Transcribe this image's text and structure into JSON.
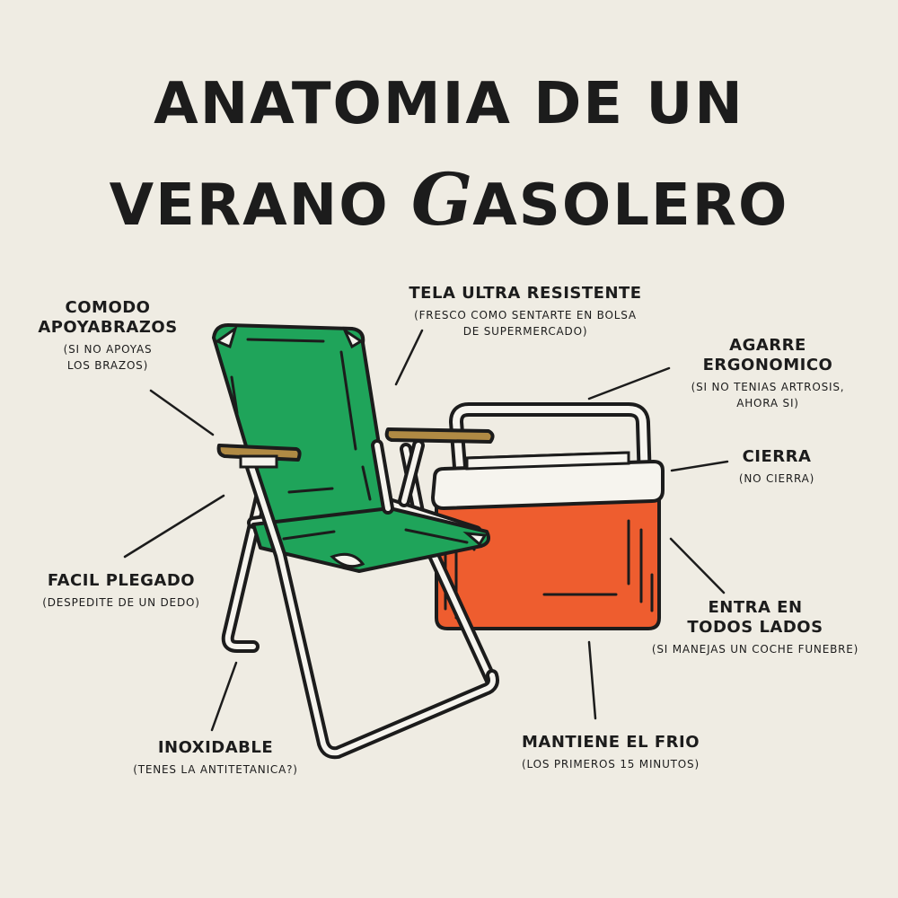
{
  "title": {
    "line1": "ANATOMIA DE UN",
    "line2_prefix": "VERANO ",
    "line2_script": "G",
    "line2_suffix": "ASOLERO"
  },
  "annotations": {
    "armrest": {
      "heading": "COMODO\nAPOYABRAZOS",
      "sub": "(SI NO APOYAS\nLOS BRAZOS)"
    },
    "fabric": {
      "heading": "TELA ULTRA RESISTENTE",
      "sub": "(FRESCO COMO SENTARTE EN BOLSA\nDE SUPERMERCADO)"
    },
    "handle": {
      "heading": "AGARRE\nERGONOMICO",
      "sub": "(SI NO TENIAS ARTROSIS,\nAHORA SI)"
    },
    "lid": {
      "heading": "CIERRA",
      "sub": "(NO CIERRA)"
    },
    "fold": {
      "heading": "FACIL PLEGADO",
      "sub": "(DESPEDITE DE UN DEDO)"
    },
    "fits": {
      "heading": "ENTRA EN\nTODOS LADOS",
      "sub": "(SI MANEJAS UN COCHE FUNEBRE)"
    },
    "stainless": {
      "heading": "INOXIDABLE",
      "sub": "(TENES LA ANTITETANICA?)"
    },
    "cold": {
      "heading": "MANTIENE EL FRIO",
      "sub": "(LOS PRIMEROS 15 MINUTOS)"
    }
  },
  "colors": {
    "background": "#efece3",
    "ink": "#1c1c1c",
    "chair_fabric": "#1fa45a",
    "armrest_wood": "#b08a44",
    "cooler_body": "#ee5d2f",
    "cooler_lid": "#f6f4ee"
  }
}
